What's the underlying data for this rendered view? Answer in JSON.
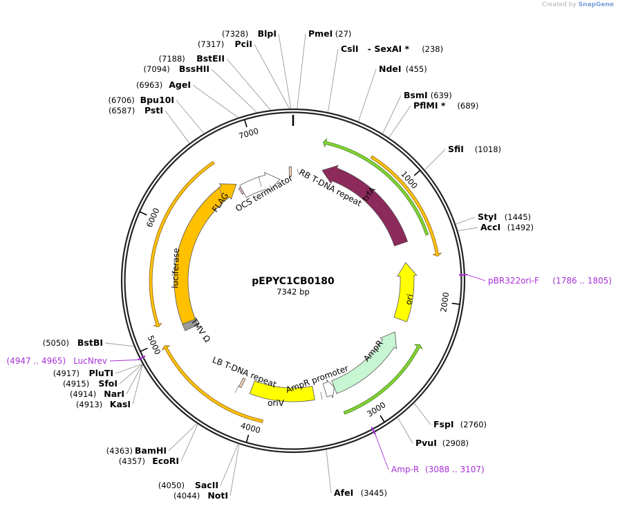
{
  "watermark": {
    "prefix": "Created by",
    "brand": "SnapGene"
  },
  "plasmid": {
    "name": "pEPYC1CB0180",
    "size_label": "7342 bp",
    "length": 7342
  },
  "ticks": [
    {
      "pos": 1000,
      "label": "1000"
    },
    {
      "pos": 2000,
      "label": "2000"
    },
    {
      "pos": 3000,
      "label": "3000"
    },
    {
      "pos": 4000,
      "label": "4000"
    },
    {
      "pos": 5000,
      "label": "5000"
    },
    {
      "pos": 6000,
      "label": "6000"
    },
    {
      "pos": 7000,
      "label": "7000"
    }
  ],
  "sites": [
    {
      "name": "BlpI",
      "pos_text": "(7328)",
      "pos": 7328
    },
    {
      "name": "PciI",
      "pos_text": "(7317)",
      "pos": 7317
    },
    {
      "name": "PmeI",
      "pos_text": "(27)",
      "pos": 27
    },
    {
      "name": "CslI",
      "extra": "- SexAI *",
      "pos_text": "(238)",
      "pos": 238
    },
    {
      "name": "NdeI",
      "pos_text": "(455)",
      "pos": 455
    },
    {
      "name": "BsmI",
      "pos_text": "(639)",
      "pos": 639
    },
    {
      "name": "PflMI *",
      "pos_text": "(689)",
      "pos": 689
    },
    {
      "name": "SfiI",
      "pos_text": "(1018)",
      "pos": 1018
    },
    {
      "name": "StyI",
      "pos_text": "(1445)",
      "pos": 1445
    },
    {
      "name": "AccI",
      "pos_text": "(1492)",
      "pos": 1492
    },
    {
      "name": "FspI",
      "pos_text": "(2760)",
      "pos": 2760
    },
    {
      "name": "PvuI",
      "pos_text": "(2908)",
      "pos": 2908
    },
    {
      "name": "AfeI",
      "pos_text": "(3445)",
      "pos": 3445
    },
    {
      "name": "NotI",
      "pos_text": "(4044)",
      "pos": 4044
    },
    {
      "name": "SacII",
      "pos_text": "(4050)",
      "pos": 4050
    },
    {
      "name": "EcoRI",
      "pos_text": "(4357)",
      "pos": 4357
    },
    {
      "name": "BamHI",
      "pos_text": "(4363)",
      "pos": 4363
    },
    {
      "name": "KasI",
      "pos_text": "(4913)",
      "pos": 4913
    },
    {
      "name": "NarI",
      "pos_text": "(4914)",
      "pos": 4914
    },
    {
      "name": "SfoI",
      "pos_text": "(4915)",
      "pos": 4915
    },
    {
      "name": "PluTI",
      "pos_text": "(4917)",
      "pos": 4917
    },
    {
      "name": "BstBI",
      "pos_text": "(5050)",
      "pos": 5050
    },
    {
      "name": "PstI",
      "pos_text": "(6587)",
      "pos": 6587
    },
    {
      "name": "Bpu10I",
      "pos_text": "(6706)",
      "pos": 6706
    },
    {
      "name": "AgeI",
      "pos_text": "(6963)",
      "pos": 6963
    },
    {
      "name": "BssHII",
      "pos_text": "(7094)",
      "pos": 7094
    },
    {
      "name": "BstEII",
      "pos_text": "(7188)",
      "pos": 7188
    }
  ],
  "primers": [
    {
      "name": "pBR322ori-F",
      "range": "(1786 .. 1805)",
      "pos": 1795
    },
    {
      "name": "Amp-R",
      "range": "(3088 .. 3107)",
      "pos": 3097
    },
    {
      "name": "LucNrev",
      "range": "(4947 .. 4965)",
      "pos": 4956
    }
  ],
  "features": [
    {
      "label": "trfA",
      "color": "#8c2a5c",
      "start": 300,
      "end": 1450,
      "strand": "reverse"
    },
    {
      "label": "ori",
      "color": "#ffff00",
      "start": 1650,
      "end": 2240,
      "strand": "reverse"
    },
    {
      "label": "AmpR",
      "color": "#c8f5d2",
      "start": 2380,
      "end": 3240,
      "strand": "reverse"
    },
    {
      "label": "AmpR promoter",
      "color": "#ffffff",
      "start": 3240,
      "end": 3340,
      "strand": "reverse"
    },
    {
      "label": "oriV",
      "color": "#ffff00",
      "start": 3460,
      "end": 4100,
      "strand": "none"
    },
    {
      "label": "LB T-DNA repeat",
      "color": "#f5d2b4",
      "start": 4200,
      "end": 4225,
      "strand": "none"
    },
    {
      "label": "TMV Ω",
      "color": "#999999",
      "start": 5000,
      "end": 5070,
      "strand": "none"
    },
    {
      "label": "luciferase",
      "color": "#ffc000",
      "start": 5070,
      "end": 6720,
      "strand": "forward"
    },
    {
      "label": "FLAG",
      "color": "#e6b4c8",
      "start": 6720,
      "end": 6745,
      "strand": "none"
    },
    {
      "label": "OCS terminator",
      "color": "#ffffff",
      "start": 6745,
      "end": 7190,
      "strand": "forward"
    },
    {
      "label": "RB T-DNA repeat",
      "color": "#f5d2b4",
      "start": 7300,
      "end": 7325,
      "strand": "none"
    }
  ],
  "orfs": [
    {
      "color": "#ffc000",
      "start": 660,
      "end": 1640,
      "strand": "forward"
    },
    {
      "color": "#ffc000",
      "start": 3920,
      "end": 4960,
      "strand": "forward"
    },
    {
      "color": "#ffc000",
      "start": 5120,
      "end": 6650,
      "strand": "reverse"
    },
    {
      "color": "#7dd32a",
      "start": 250,
      "end": 1450,
      "strand": "reverse"
    },
    {
      "color": "#7dd32a",
      "start": 2380,
      "end": 3240,
      "strand": "reverse"
    }
  ]
}
